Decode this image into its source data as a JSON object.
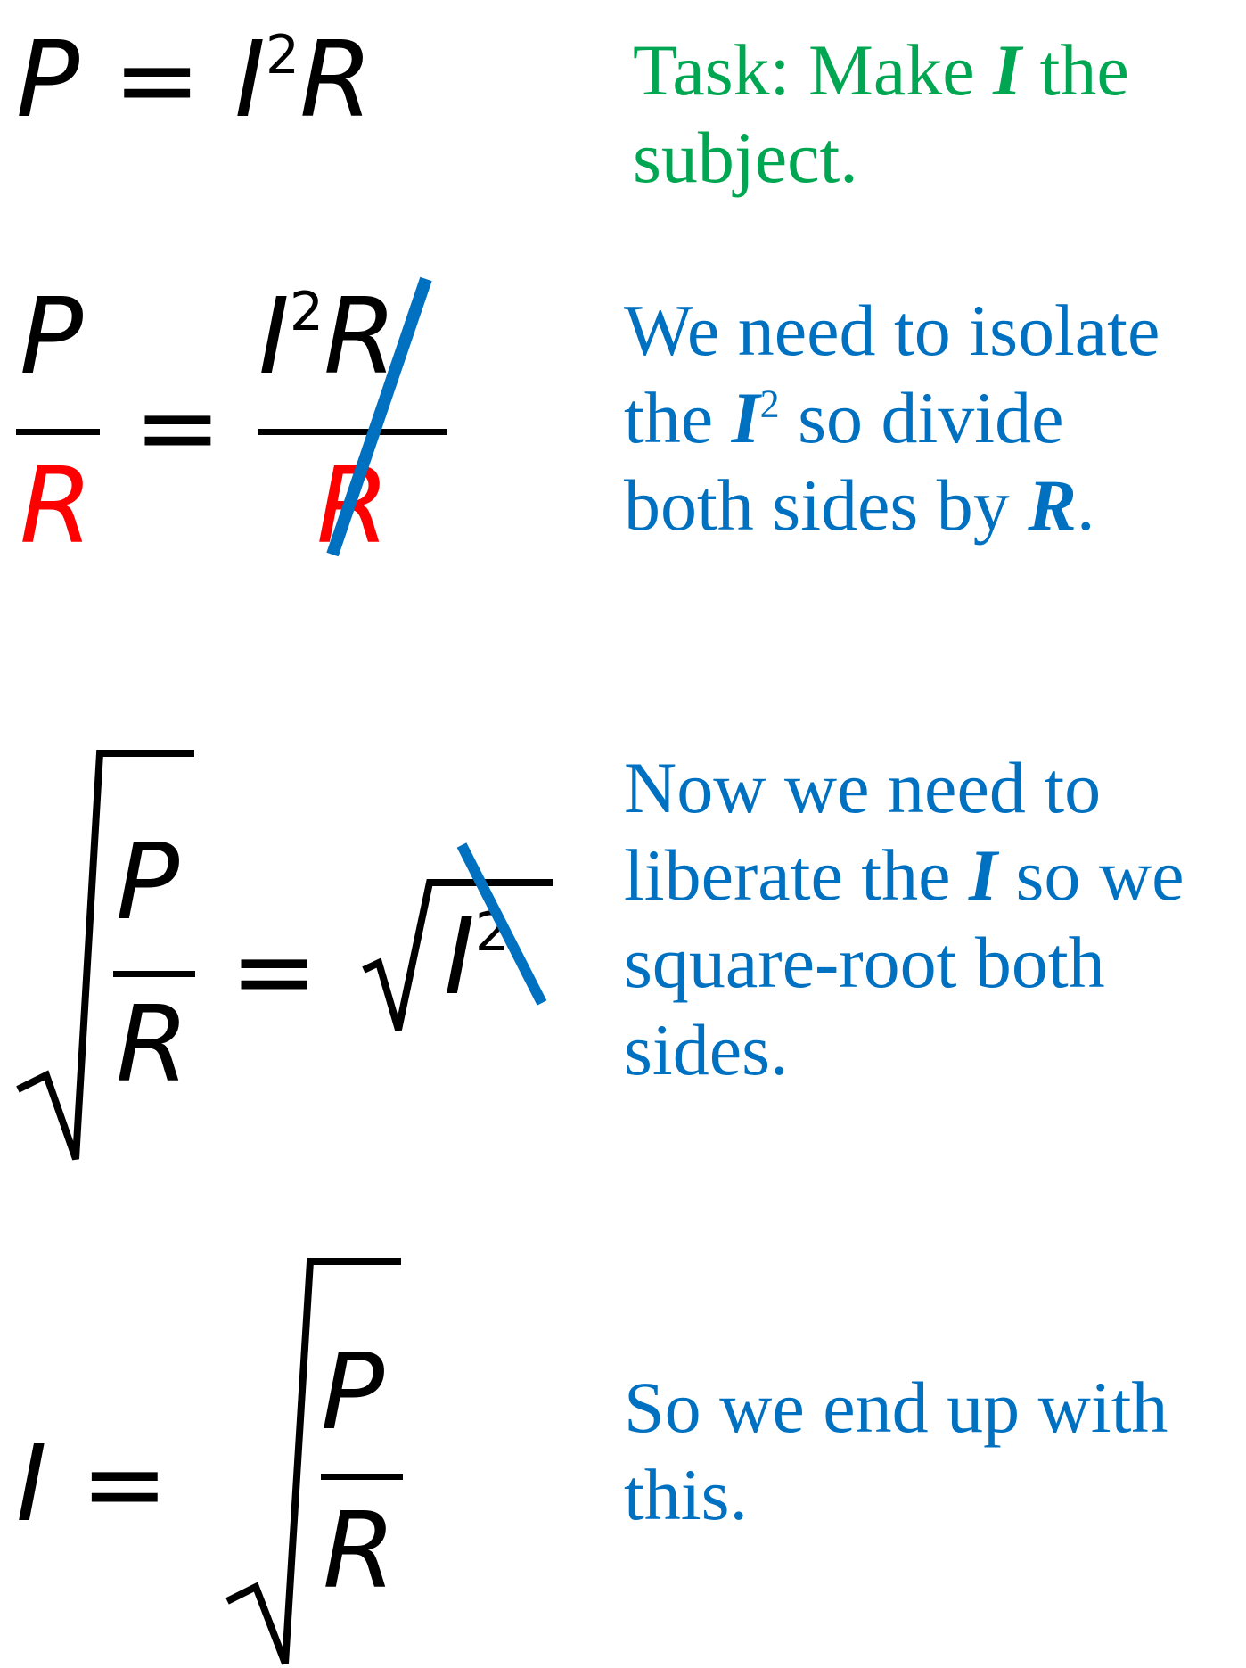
{
  "colors": {
    "text": "#000000",
    "task": "#00A651",
    "note": "#0070C0",
    "highlight": "#FF0000",
    "strike": "#0070C0"
  },
  "steps": [
    {
      "equation": {
        "lhs": "P",
        "equals": "=",
        "rhs_base": "I",
        "rhs_exp": "2",
        "rhs_factor": "R"
      },
      "note": {
        "pre": "Task: Make ",
        "var": "I",
        "post1": " the",
        "line2": "subject."
      }
    },
    {
      "equation": {
        "num_left": "P",
        "den_left": "R",
        "equals": "=",
        "num_base": "I",
        "num_exp": "2",
        "num_factor": "R",
        "den_right": "R"
      },
      "note": {
        "line1": "We need to isolate",
        "line2_pre": "the ",
        "line2_var": "I",
        "line2_exp": "2",
        "line2_post": " so divide",
        "line3_pre": "both sides by ",
        "line3_var": "R",
        "line3_post": "."
      }
    },
    {
      "equation": {
        "num": "P",
        "den": "R",
        "equals": "=",
        "root_base": "I",
        "root_exp": "2"
      },
      "note": {
        "line1": "Now we need to",
        "line2_pre": "liberate the ",
        "line2_var": "I",
        "line2_post": " so we",
        "line3": "square-root both",
        "line4": "sides."
      }
    },
    {
      "equation": {
        "lhs": "I",
        "equals": "=",
        "num": "P",
        "den": "R"
      },
      "note": {
        "line1": "So we end up with",
        "line2": "this."
      }
    }
  ]
}
